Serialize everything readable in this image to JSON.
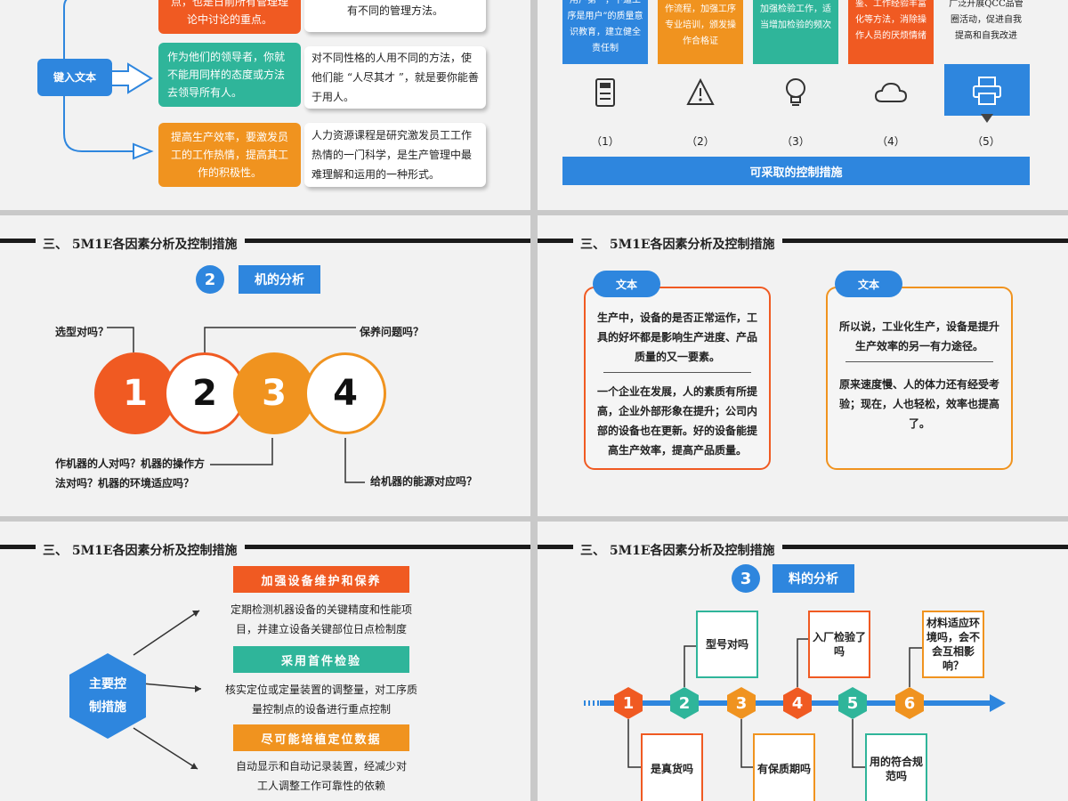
{
  "colors": {
    "blue": "#2e86de",
    "orange": "#f0931f",
    "teal": "#2fb59a",
    "red": "#f05a22",
    "dark": "#1b1b1b"
  },
  "s1": {
    "input_label": "键入文本",
    "rows": [
      {
        "left": "点，也是日前所有管理理论中讨论的重点。",
        "right": "有不同的管理方法。"
      },
      {
        "left": "作为他们的领导者，你就不能用同样的态度或方法去领导所有人。",
        "right": "对不同性格的人用不同的方法，使他们能 “人尽其才 ”，就是要你能善于用人。"
      },
      {
        "left": "提高生产效率，要激发员工的工作热情，提高其工作的积极性。",
        "right": "人力资源课程是研究激发员工工作热情的一门科学，是生产管理中最难理解和运用的一种形式。"
      }
    ]
  },
  "s2": {
    "columns": [
      {
        "text": "用户第一，下道工序是用户”的质量意识教育，建立健全责任制",
        "num": "（1）",
        "icon": "notebook-icon"
      },
      {
        "text": "作流程，加强工序专业培训，颁发操作合格证",
        "num": "（2）",
        "icon": "warning-icon"
      },
      {
        "text": "加强检验工作，适当增加检验的频次",
        "num": "（3）",
        "icon": "lightbulb-icon"
      },
      {
        "text": "鉴、工作经验丰富化等方法，消除操作人员的厌烦情绪",
        "num": "（4）",
        "icon": "cloud-icon"
      },
      {
        "text": "广泛开展QCC品管圈活动，促进自我提高和自我改进",
        "num": "（5）",
        "icon": "printer-icon"
      }
    ],
    "bottom_bar": "可采取的控制措施"
  },
  "s3": {
    "header": "三、 5M1E各因素分析及控制措施",
    "badge": "2",
    "title": "机的分析",
    "circles": [
      "1",
      "2",
      "3",
      "4"
    ],
    "q_top_left": "选型对吗？",
    "q_top_right": "保养问题吗？",
    "q_bottom_left": "作机器的人对吗？机器的操作方法对吗？机器的环境适应吗？",
    "q_bottom_right": "给机器的能源对应吗？"
  },
  "s4": {
    "header": "三、 5M1E各因素分析及控制措施",
    "cards": [
      {
        "tag": "文本",
        "top": "生产中，设备的是否正常运作，工具的好坏都是影响生产进度、产品质量的又一要素。",
        "bottom": "一个企业在发展，人的素质有所提高，企业外部形象在提升；公司内部的设备也在更新。好的设备能提高生产效率，提高产品质量。"
      },
      {
        "tag": "文本",
        "top": "所以说，工业化生产，设备是提升生产效率的另一有力途径。",
        "bottom": "原来速度慢、人的体力还有经受考验；现在，人也轻松，效率也提高了。"
      }
    ]
  },
  "s5": {
    "header": "三、 5M1E各因素分析及控制措施",
    "hex_label": "主要控制措施",
    "items": [
      {
        "bar": "加强设备维护和保养",
        "text": "定期检测机器设备的关键精度和性能项目，并建立设备关键部位日点检制度"
      },
      {
        "bar": "采用首件检验",
        "text": "核实定位或定量装置的调整量，对工序质量控制点的设备进行重点控制"
      },
      {
        "bar": "尽可能培植定位数据",
        "text": "自动显示和自动记录装置，经减少对工人调整工作可靠性的依赖"
      }
    ]
  },
  "s6": {
    "header": "三、 5M1E各因素分析及控制措施",
    "badge": "3",
    "title": "料的分析",
    "nodes": [
      "1",
      "2",
      "3",
      "4",
      "5",
      "6"
    ],
    "top_labels": [
      "型号对吗",
      "入厂检验了吗",
      "材料适应环境吗，会不会互相影响？"
    ],
    "bottom_labels": [
      "是真货吗",
      "有保质期吗",
      "用的符合规范吗"
    ]
  }
}
